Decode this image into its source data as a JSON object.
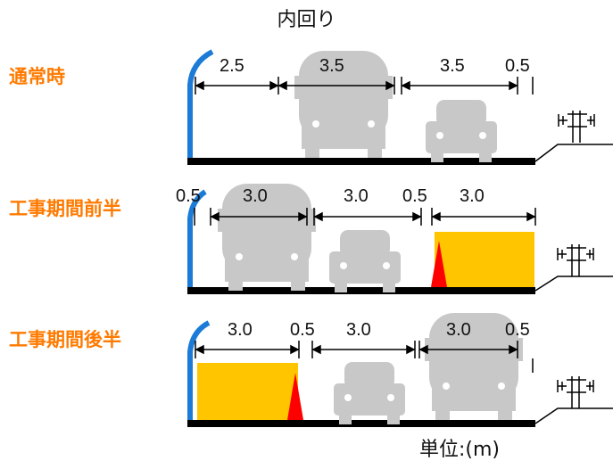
{
  "title": "内回り",
  "unit_label": "単位:(m)",
  "colors": {
    "orange_label": "#ff7a00",
    "vehicle": "#c8c8c8",
    "work_zone": "#ffc600",
    "cone": "#ff0000",
    "wall": "#1c7bd6",
    "road": "#000000"
  },
  "sections": [
    {
      "label": "通常時",
      "dims": [
        "2.5",
        "3.5",
        "3.5",
        "0.5"
      ]
    },
    {
      "label": "工事期間前半",
      "dims": [
        "0.5",
        "3.0",
        "3.0",
        "0.5",
        "3.0"
      ]
    },
    {
      "label": "工事期間後半",
      "dims": [
        "3.0",
        "0.5",
        "3.0",
        "3.0",
        "0.5"
      ]
    }
  ]
}
